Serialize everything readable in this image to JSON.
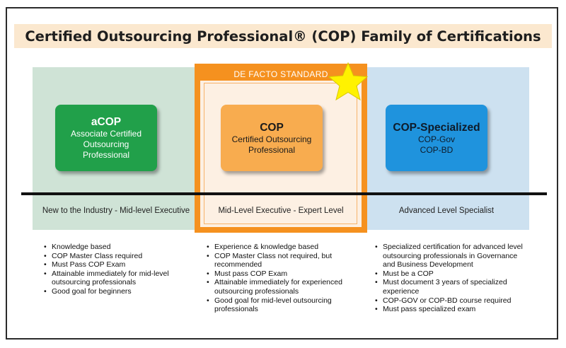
{
  "title": "Certified Outsourcing Professional® (COP) Family of Certifications",
  "standard_label": "DE FACTO STANDARD",
  "colors": {
    "green": "#21a04a",
    "orange": "#f5911f",
    "light_orange": "#f8ac4f",
    "blue": "#1f93dd",
    "star": "#fff200"
  },
  "columns": [
    {
      "card_title": "aCOP",
      "card_lines": [
        "Associate Certified",
        "Outsourcing",
        "Professional"
      ],
      "level": "New to the Industry - Mid-level Executive",
      "bullets": [
        "Knowledge based",
        "COP Master Class required",
        "Must Pass COP Exam",
        "Attainable immediately for mid-level outsourcing professionals",
        "Good goal for beginners"
      ]
    },
    {
      "card_title": "COP",
      "card_lines": [
        "Certified Outsourcing",
        "Professional"
      ],
      "level": "Mid-Level Executive - Expert Level",
      "bullets": [
        "Experience & knowledge based",
        "COP Master Class not required, but recommended",
        "Must pass COP Exam",
        "Attainable immediately for experienced outsourcing professionals",
        "Good goal for mid-level outsourcing professionals"
      ]
    },
    {
      "card_title": "COP-Specialized",
      "card_lines": [
        "COP-Gov",
        "COP-BD"
      ],
      "level": "Advanced Level Specialist",
      "bullets": [
        "Specialized certification for advanced level outsourcing professionals in Governance and Business Development",
        "Must be a COP",
        "Must document 3 years of specialized experience",
        "COP-GOV or COP-BD course required",
        "Must pass specialized exam"
      ]
    }
  ]
}
